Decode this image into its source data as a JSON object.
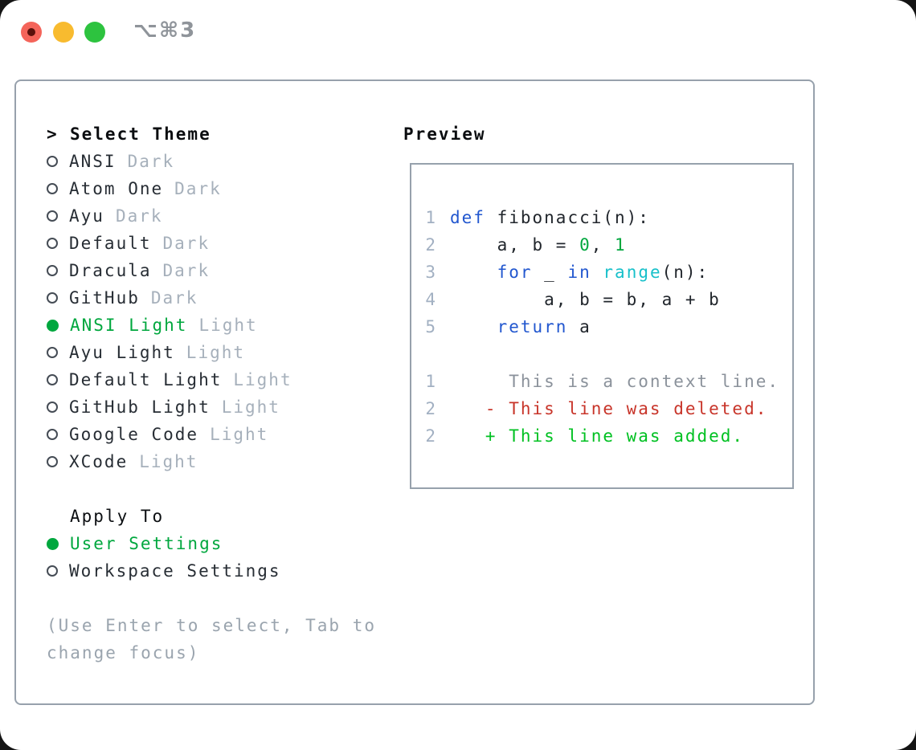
{
  "window": {
    "shortcut": "⌥⌘3",
    "traffic_lights": [
      "close",
      "minimize",
      "zoom"
    ]
  },
  "colors": {
    "accent_green": "#00a73e",
    "added_green": "#00c122",
    "deleted_red": "#c8352a",
    "keyword_blue": "#2257cf",
    "builtin_cyan": "#17c0ca",
    "muted_gray": "#a6b0bb",
    "line_number_gray": "#a2b0c2",
    "border_gray": "#97a1ac",
    "traffic_red": "#f4645a",
    "traffic_yellow": "#f8bb2f",
    "traffic_green": "#2dc33f"
  },
  "theme_picker": {
    "title_marker": ">",
    "title": "Select Theme",
    "themes": [
      {
        "name": "ANSI",
        "variant": "Dark",
        "selected": false
      },
      {
        "name": "Atom One",
        "variant": "Dark",
        "selected": false
      },
      {
        "name": "Ayu",
        "variant": "Dark",
        "selected": false
      },
      {
        "name": "Default",
        "variant": "Dark",
        "selected": false
      },
      {
        "name": "Dracula",
        "variant": "Dark",
        "selected": false
      },
      {
        "name": "GitHub",
        "variant": "Dark",
        "selected": false
      },
      {
        "name": "ANSI Light",
        "variant": "Light",
        "selected": true
      },
      {
        "name": "Ayu Light",
        "variant": "Light",
        "selected": false
      },
      {
        "name": "Default Light",
        "variant": "Light",
        "selected": false
      },
      {
        "name": "GitHub Light",
        "variant": "Light",
        "selected": false
      },
      {
        "name": "Google Code",
        "variant": "Light",
        "selected": false
      },
      {
        "name": "XCode",
        "variant": "Light",
        "selected": false
      }
    ],
    "apply_to": {
      "title": "Apply To",
      "options": [
        {
          "label": "User Settings",
          "selected": true
        },
        {
          "label": "Workspace Settings",
          "selected": false
        }
      ]
    },
    "hint_lines": [
      "(Use Enter to select, Tab to",
      "change focus)"
    ]
  },
  "preview": {
    "title": "Preview",
    "lines": [
      {
        "kind": "code",
        "num": "1",
        "tokens": [
          {
            "text": "def",
            "type": "keyword"
          },
          {
            "text": " fibonacci(n):",
            "type": "plain"
          }
        ]
      },
      {
        "kind": "code",
        "num": "2",
        "tokens": [
          {
            "text": "    a, b = ",
            "type": "plain"
          },
          {
            "text": "0",
            "type": "number"
          },
          {
            "text": ", ",
            "type": "plain"
          },
          {
            "text": "1",
            "type": "number"
          }
        ]
      },
      {
        "kind": "code",
        "num": "3",
        "tokens": [
          {
            "text": "    ",
            "type": "plain"
          },
          {
            "text": "for",
            "type": "keyword"
          },
          {
            "text": " _ ",
            "type": "plain"
          },
          {
            "text": "in",
            "type": "keyword"
          },
          {
            "text": " ",
            "type": "plain"
          },
          {
            "text": "range",
            "type": "builtin"
          },
          {
            "text": "(n):",
            "type": "plain"
          }
        ]
      },
      {
        "kind": "code",
        "num": "4",
        "tokens": [
          {
            "text": "        a, b = b, a + b",
            "type": "plain"
          }
        ]
      },
      {
        "kind": "code",
        "num": "5",
        "tokens": [
          {
            "text": "    ",
            "type": "plain"
          },
          {
            "text": "return",
            "type": "keyword"
          },
          {
            "text": " a",
            "type": "plain"
          }
        ]
      },
      {
        "kind": "blank",
        "num": "",
        "tokens": []
      },
      {
        "kind": "diff-context",
        "num": "1",
        "tokens": [
          {
            "text": "     This is a context line.",
            "type": "context"
          }
        ]
      },
      {
        "kind": "diff-deleted",
        "num": "2",
        "tokens": [
          {
            "text": "   - This line was deleted.",
            "type": "deleted"
          }
        ]
      },
      {
        "kind": "diff-added",
        "num": "2",
        "tokens": [
          {
            "text": "   + This line was added.",
            "type": "added"
          }
        ]
      }
    ]
  }
}
